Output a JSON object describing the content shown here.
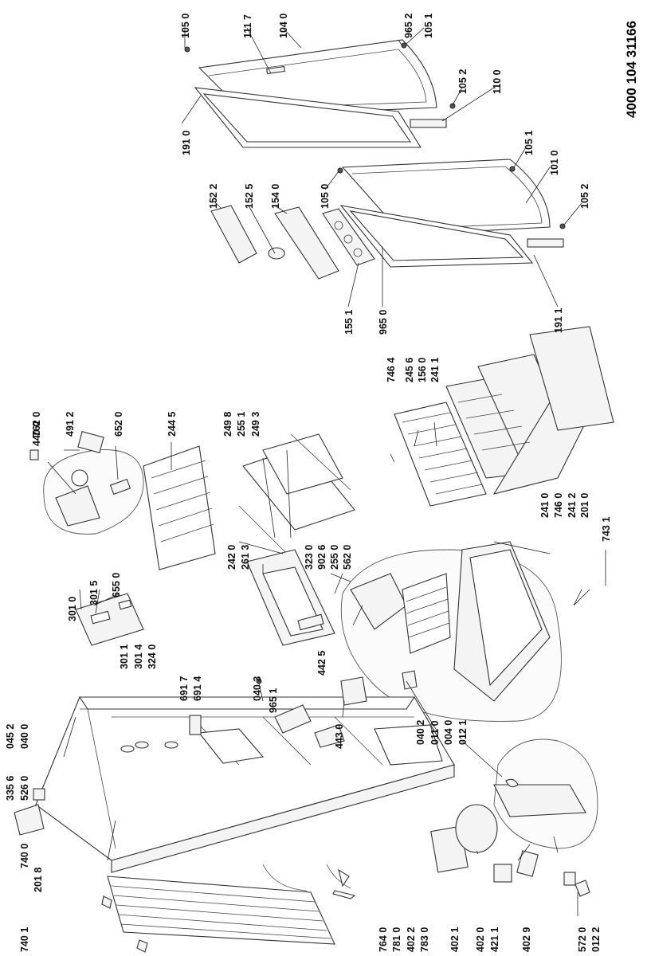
{
  "document_number": "4000 104 31166",
  "callouts": [
    "105 0",
    "111 7",
    "104 0",
    "965 2",
    "105 1",
    "105 2",
    "110 0",
    "191 0",
    "105 1",
    "101 0",
    "105 0",
    "105 2",
    "152 2",
    "152 5",
    "154 0",
    "155 1",
    "965 0",
    "191 1",
    "746 4",
    "245 6",
    "156 0",
    "241 1",
    "241 0",
    "746 0",
    "241 2",
    "201 0",
    "743 1",
    "440 0",
    "762 0",
    "491 2",
    "652 0",
    "244 5",
    "249 8",
    "255 1",
    "249 3",
    "242 0",
    "261 3",
    "323 0",
    "902 6",
    "255 0",
    "562 0",
    "301 0",
    "301 5",
    "655 0",
    "301 1",
    "301 4",
    "324 0",
    "691 7",
    "691 4",
    "040 3",
    "965 1",
    "442 5",
    "443 0",
    "040 2",
    "011 0",
    "004 0",
    "012 1",
    "045 2",
    "040 0",
    "335 6",
    "526 0",
    "740 0",
    "201 8",
    "740 1",
    "764 0",
    "781 0",
    "402 2",
    "783 0",
    "402 1",
    "402 0",
    "421 1",
    "402 9",
    "572 0",
    "012 2"
  ]
}
